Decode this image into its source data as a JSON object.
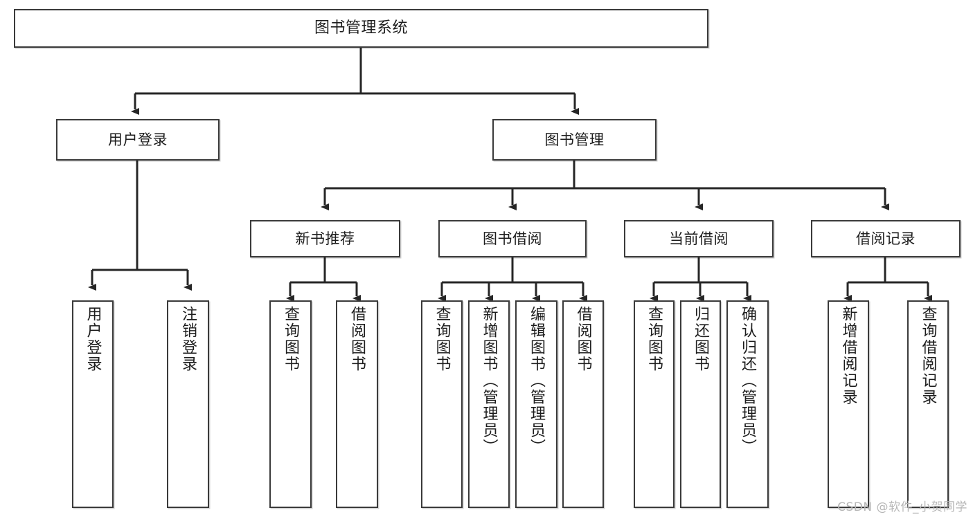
{
  "diagram": {
    "title": "图书管理系统",
    "watermark": "CSDN @软件_小贺同学",
    "colors": {
      "box_border": "#3a3a3a",
      "connector": "#262626",
      "text": "#1d1d1d",
      "background": "#ffffff",
      "watermark": "#b6b6b6"
    },
    "nodes": {
      "root": {
        "label": "图书管理系统"
      },
      "level2": [
        {
          "id": "user-login",
          "label": "用户登录"
        },
        {
          "id": "book-management",
          "label": "图书管理"
        }
      ],
      "level3": [
        {
          "id": "new-book-recommend",
          "label": "新书推荐"
        },
        {
          "id": "book-borrow",
          "label": "图书借阅"
        },
        {
          "id": "current-borrow",
          "label": "当前借阅"
        },
        {
          "id": "borrow-record",
          "label": "借阅记录"
        }
      ],
      "leaves": {
        "user_login": [
          {
            "id": "leaf-user-login",
            "label": "用户登录"
          },
          {
            "id": "leaf-user-logout",
            "label": "注销登录"
          }
        ],
        "new_book_recommend": [
          {
            "id": "leaf-query-book-1",
            "label": "查询图书"
          },
          {
            "id": "leaf-borrow-book-1",
            "label": "借阅图书"
          }
        ],
        "book_borrow": [
          {
            "id": "leaf-query-book-2",
            "label": "查询图书"
          },
          {
            "id": "leaf-add-book",
            "label": "新增图书（管理员）"
          },
          {
            "id": "leaf-edit-book",
            "label": "编辑图书（管理员）"
          },
          {
            "id": "leaf-borrow-book-2",
            "label": "借阅图书"
          }
        ],
        "current_borrow": [
          {
            "id": "leaf-query-book-3",
            "label": "查询图书"
          },
          {
            "id": "leaf-return-book",
            "label": "归还图书"
          },
          {
            "id": "leaf-confirm-return",
            "label": "确认归还（管理员）"
          }
        ],
        "borrow_record": [
          {
            "id": "leaf-add-record",
            "label": "新增借阅记录"
          },
          {
            "id": "leaf-query-record",
            "label": "查询借阅记录"
          }
        ]
      }
    }
  }
}
